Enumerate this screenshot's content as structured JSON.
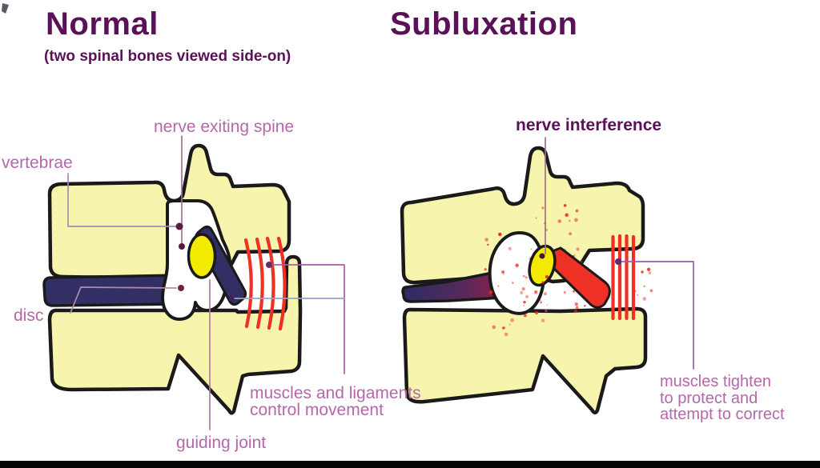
{
  "colors": {
    "title": "#5a1158",
    "label": "#b468aa",
    "bone": "#f7f5ad",
    "outline": "#1a1a1a",
    "disc_navy": "#312f63",
    "joint_yellow": "#f2ea00",
    "muscle_red": "#ee3124",
    "line_purple": "#a55fa5"
  },
  "left_panel": {
    "title": "Normal",
    "subtitle": "(two spinal bones viewed side-on)",
    "labels": {
      "nerve": "nerve exiting spine",
      "vertebrae": "vertebrae",
      "disc": "disc",
      "guiding_joint": "guiding joint",
      "muscles_line1": "muscles and ligaments",
      "muscles_line2": "control movement"
    }
  },
  "right_panel": {
    "title": "Subluxation",
    "labels": {
      "nerve": "nerve interference",
      "muscles_line1": "muscles tighten",
      "muscles_line2": "to protect and",
      "muscles_line3": "attempt to correct"
    }
  }
}
